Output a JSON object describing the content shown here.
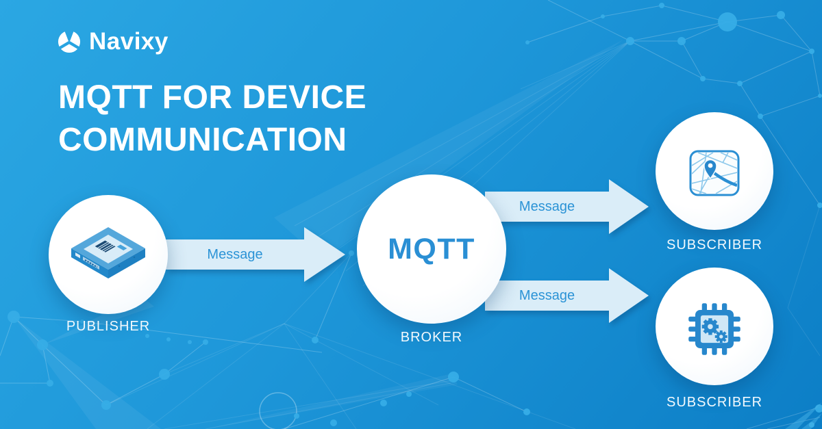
{
  "brand": {
    "name": "Navixy"
  },
  "title": {
    "line1": "MQTT FOR DEVICE",
    "line2": "COMMUNICATION"
  },
  "diagram": {
    "publisher": {
      "label": "PUBLISHER",
      "icon": "gps-tracker-device-icon"
    },
    "broker": {
      "title": "MQTT",
      "label": "BROKER"
    },
    "subscribers": [
      {
        "label": "SUBSCRIBER",
        "icon": "map-location-icon"
      },
      {
        "label": "SUBSCRIBER",
        "icon": "chip-processor-icon"
      }
    ],
    "arrows": [
      {
        "label": "Message",
        "from": "publisher",
        "to": "broker"
      },
      {
        "label": "Message",
        "from": "broker",
        "to": "subscriber-map"
      },
      {
        "label": "Message",
        "from": "broker",
        "to": "subscriber-chip"
      }
    ]
  },
  "colors": {
    "background_top": "#2BA7E3",
    "background_bottom": "#0C7EC6",
    "accent_blue": "#2787CC",
    "arrow_fill": "#DAEDF8",
    "arrow_text": "#2B93D6",
    "node_fill": "#FFFFFF",
    "label_text": "#F2F9FD",
    "network_dot": "#36ADE7"
  }
}
